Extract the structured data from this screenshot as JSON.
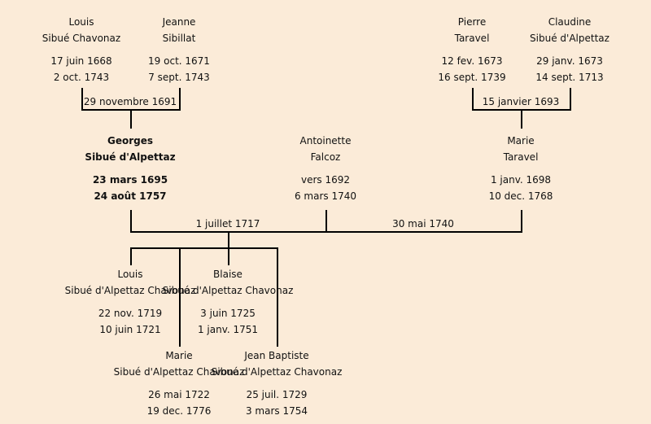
{
  "people": {
    "louis_sr": {
      "first": "Louis",
      "last": "Sibué Chavonaz",
      "birth": "17 juin 1668",
      "death": "2 oct. 1743"
    },
    "jeanne": {
      "first": "Jeanne",
      "last": "Sibillat",
      "birth": "19 oct. 1671",
      "death": "7 sept. 1743"
    },
    "pierre": {
      "first": "Pierre",
      "last": "Taravel",
      "birth": "12 fev. 1673",
      "death": "16 sept. 1739"
    },
    "claudine": {
      "first": "Claudine",
      "last": "Sibué d'Alpettaz",
      "birth": "29 janv. 1673",
      "death": "14 sept. 1713"
    },
    "georges": {
      "first": "Georges",
      "last": "Sibué d'Alpettaz",
      "birth": "23 mars 1695",
      "death": "24 août 1757"
    },
    "antoinette": {
      "first": "Antoinette",
      "last": "Falcoz",
      "birth": "vers 1692",
      "death": "6 mars 1740"
    },
    "marie_t": {
      "first": "Marie",
      "last": "Taravel",
      "birth": "1 janv. 1698",
      "death": "10 dec. 1768"
    },
    "louis_jr": {
      "first": "Louis",
      "last": "Sibué d'Alpettaz Chavonaz",
      "birth": "22 nov. 1719",
      "death": "10 juin 1721"
    },
    "marie_c": {
      "first": "Marie",
      "last": "Sibué d'Alpettaz Chavonaz",
      "birth": "26 mai 1722",
      "death": "19 dec. 1776"
    },
    "blaise": {
      "first": "Blaise",
      "last": "Sibué d'Alpettaz Chavonaz",
      "birth": "3 juin 1725",
      "death": "1 janv. 1751"
    },
    "jean_baptiste": {
      "first": "Jean Baptiste",
      "last": "Sibué d'Alpettaz Chavonaz",
      "birth": "25 juil. 1729",
      "death": "3 mars 1754"
    }
  },
  "marriages": {
    "louis_jeanne": "29 novembre 1691",
    "pierre_claudine": "15 janvier 1693",
    "georges_antoinette": "1 juillet 1717",
    "georges_marie": "30 mai 1740"
  }
}
